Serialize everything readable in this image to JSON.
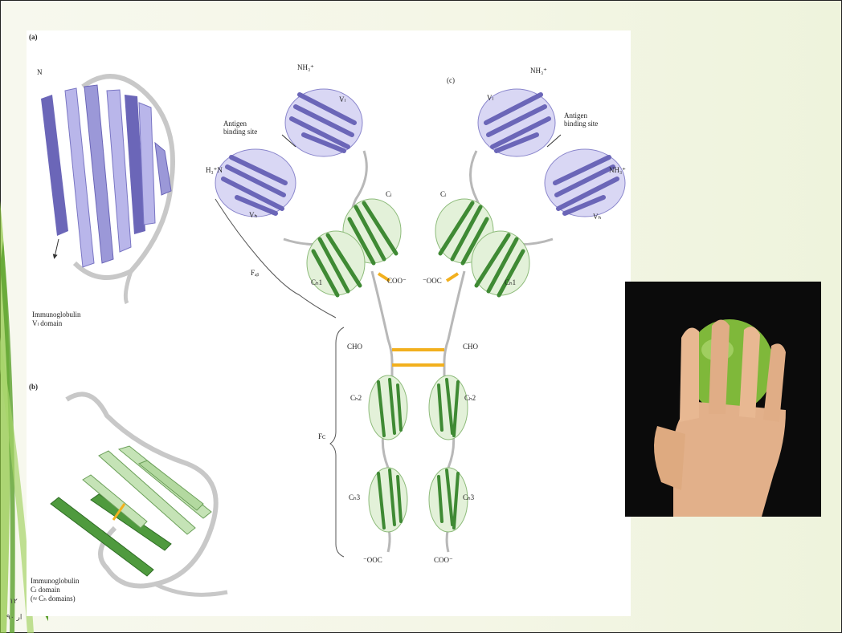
{
  "panel_a": {
    "tag": "(a)",
    "n_terminus": "N",
    "caption_line1": "Immunoglobulin",
    "caption_line2": "Vₗ domain"
  },
  "panel_b": {
    "tag": "(b)",
    "caption_line1": "Immunoglobulin",
    "caption_line2": "Cₗ domain",
    "caption_line3": "(≈ Cₕ domains)"
  },
  "panel_c": {
    "tag": "(c)",
    "vl_left": "Vₗ",
    "vl_right": "Vₗ",
    "vh_left": "Vₕ",
    "vh_right": "Vₕ",
    "nh3_left_top": "NH₃⁺",
    "nh3_right_top": "NH₃⁺",
    "nh3_left_side": "H₃⁺N",
    "nh3_right_side": "NH₃⁺",
    "antigen_left": "Antigen\nbinding site",
    "antigen_right": "Antigen\nbinding site",
    "cl_left": "Cₗ",
    "cl_right": "Cₗ",
    "ch1_left": "Cₕ1",
    "ch1_right": "Cₕ1",
    "fab": "Fₐᵦ",
    "coo_left": "COO⁻",
    "coo_right": "⁻OOC",
    "cho_left": "CHO",
    "cho_right": "CHO",
    "ch2_left": "Cₕ2",
    "ch2_right": "Cₕ2",
    "fc": "Fᴄ",
    "ch3_left": "Cₕ3",
    "ch3_right": "Cₕ3",
    "ooc_bottom": "⁻OOC",
    "coo_bottom": "COO⁻"
  },
  "slide_number": {
    "line1": "١٢",
    "line2": "ار ٩٠"
  },
  "colors": {
    "variable_domain": "#9b98d8",
    "variable_dark": "#6b66b8",
    "constant_domain": "#7cb56a",
    "constant_dark": "#3f8a34",
    "disulfide": "#f2b01e",
    "chain": "#b8b8b8"
  },
  "photo": {
    "subject": "hand-holding-green-apple"
  }
}
